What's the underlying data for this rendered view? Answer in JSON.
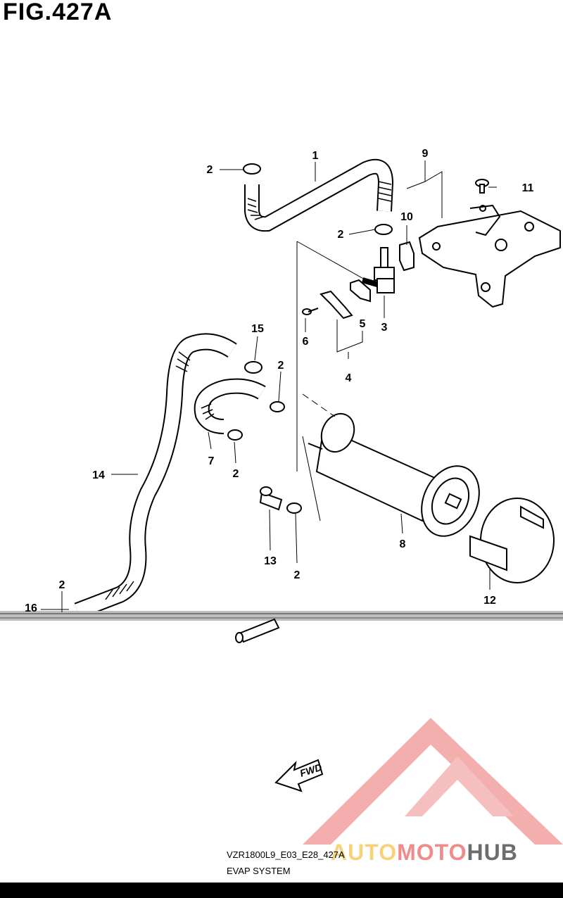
{
  "figure": {
    "title": "FIG.427A"
  },
  "captions": {
    "model": "VZR1800L9_E03_E28_427A",
    "section": "EVAP SYSTEM"
  },
  "direction": {
    "label": "FWD"
  },
  "watermark": {
    "part1": "AUTO",
    "part2": "MOTO",
    "part3": "HUB",
    "colors": {
      "triangle": "#f2a0a0",
      "auto": "#f8d27a",
      "moto": "#f08b8b",
      "hub": "#6d6d6d"
    }
  },
  "callouts": {
    "c1": "1",
    "c2a": "2",
    "c2b": "2",
    "c2c": "2",
    "c2d": "2",
    "c2e": "2",
    "c2f": "2",
    "c3": "3",
    "c4": "4",
    "c5": "5",
    "c6": "6",
    "c7": "7",
    "c8": "8",
    "c9": "9",
    "c10": "10",
    "c11": "11",
    "c12": "12",
    "c13": "13",
    "c14": "14",
    "c15": "15",
    "c16": "16"
  }
}
